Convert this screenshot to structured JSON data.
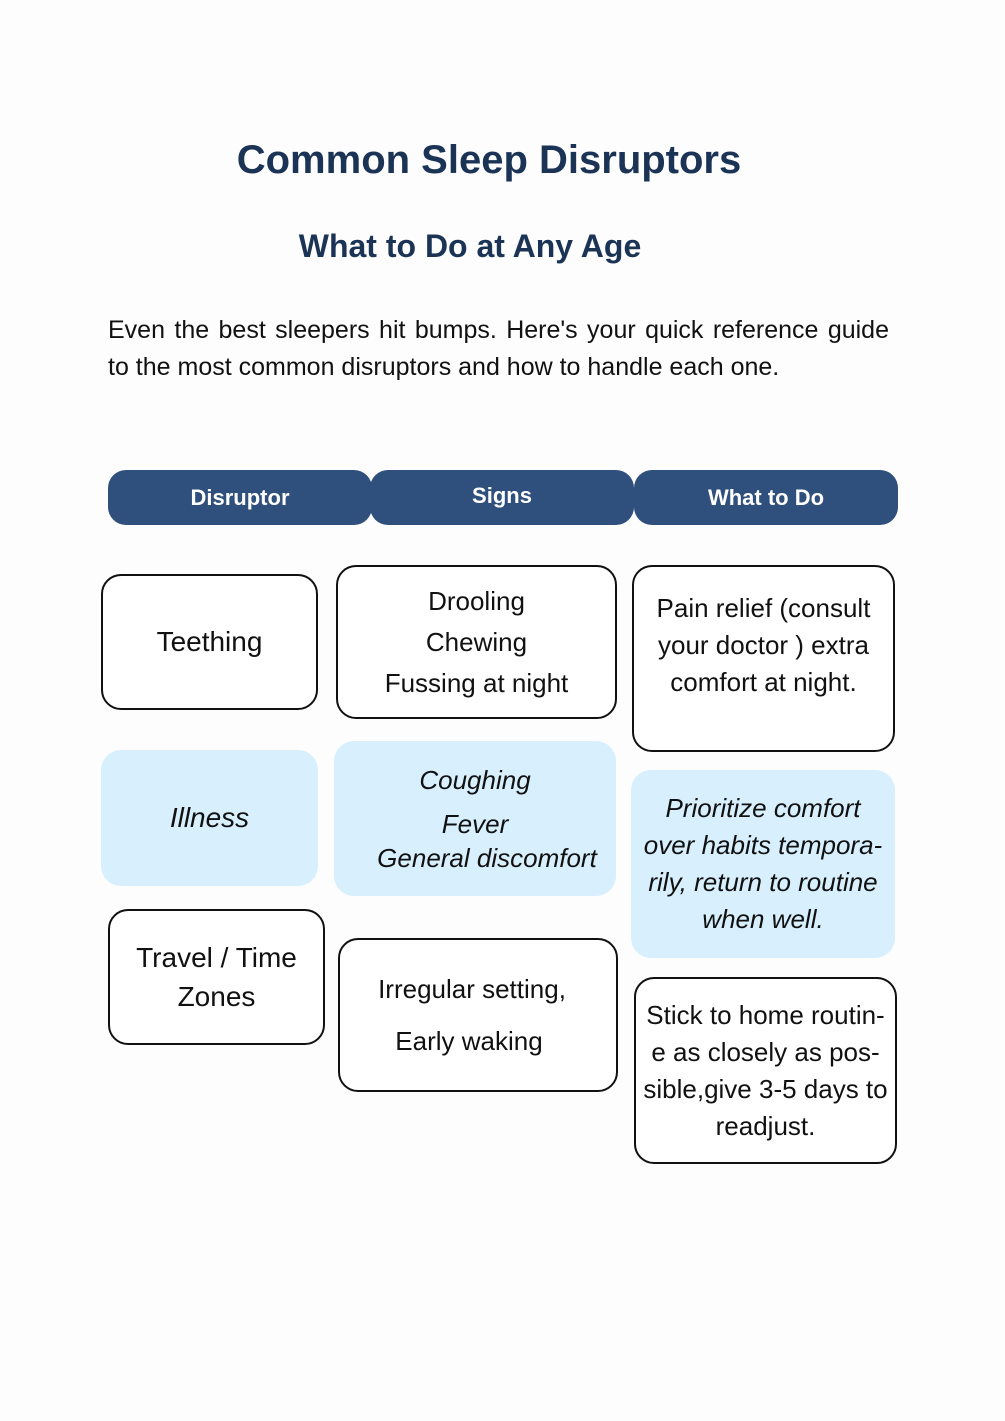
{
  "title": "Common Sleep Disruptors",
  "subtitle": "What to Do at Any Age",
  "intro": "Even the best sleepers hit bumps. Here's your quick reference guide to the most common disruptors and how to handle each one.",
  "table": {
    "headers": [
      "Disruptor",
      "Signs",
      "What to Do"
    ],
    "rows": [
      {
        "disruptor": "Teething",
        "signs": [
          "Drooling",
          "Chewing",
          "Fussing at night"
        ],
        "action": "Pain relief (consult your doctor ) extra comfort at night."
      },
      {
        "disruptor": "Illness",
        "signs": [
          "Coughing",
          "Fever",
          "General discomfort"
        ],
        "action": "Prioritize comfort over habits tempora-rily, return to routine when well."
      },
      {
        "disruptor": "Travel / Time Zones",
        "signs": [
          "Irregular setting,",
          "Early waking"
        ],
        "action": "Stick to home routin-e as closely as pos-sible,give 3-5 days to readjust."
      }
    ]
  },
  "colors": {
    "heading": "#1b3456",
    "header_fill": "#2f4f7c",
    "highlight_fill": "#d8effd"
  }
}
